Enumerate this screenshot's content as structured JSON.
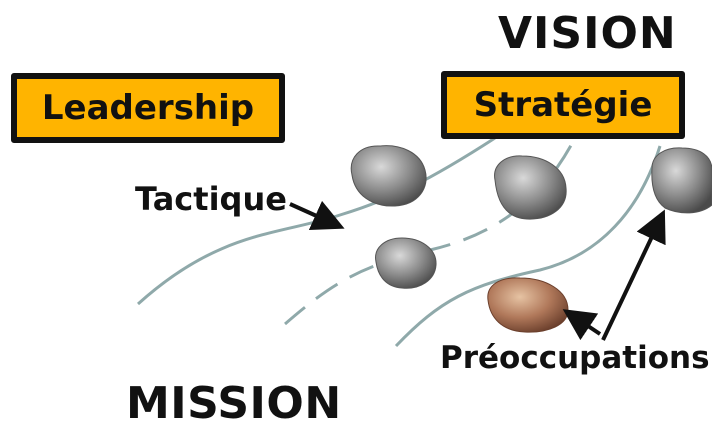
{
  "vision_label": "VISION",
  "mission_label": "MISSION",
  "leadership_box": "Leadership",
  "strategie_box": "Stratégie",
  "tactique_label": "Tactique",
  "preoccupations_label": "Préoccupations",
  "colors": {
    "box_fill": "#FFB400",
    "box_border": "#111111",
    "path_line": "#8FA9AA",
    "arrow": "#111111",
    "rock_gray": "#8A8A8A",
    "rock_brown": "#B07A5A"
  },
  "icons": [
    "rock-gray-icon",
    "rock-brown-icon",
    "arrow-icon"
  ]
}
